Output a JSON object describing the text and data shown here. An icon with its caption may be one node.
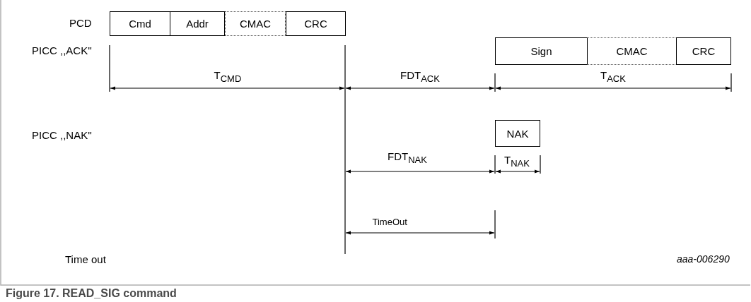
{
  "diagram": {
    "caption": "Figure 17. READ_SIG command",
    "nodes": [
      {
        "text": [
          "Cmd"
        ]
      },
      {
        "text": [
          "Addr"
        ]
      },
      {
        "text": [
          "CMAC"
        ]
      },
      {
        "text": [
          "CRC"
        ]
      },
      {
        "text": [
          "Sign"
        ]
      },
      {
        "text": [
          "CMAC"
        ]
      },
      {
        "text": [
          "CRC"
        ]
      },
      {
        "text": [
          "NAK"
        ]
      }
    ],
    "labels": [
      "PCD",
      "PICC ,,ACK''",
      "T$_{CMD}$",
      "FDT$_{ACK}$",
      "T$_{ACK}$",
      "PICC ,,NAK''",
      "FDT$_{NAK}$",
      "T$_{NAK}$",
      "TimeOut",
      "Time out",
      "aaa-006290"
    ]
  }
}
